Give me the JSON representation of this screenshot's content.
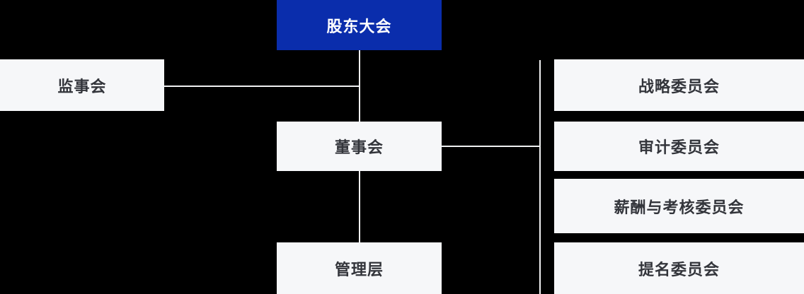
{
  "org_chart": {
    "nodes": {
      "shareholders_meeting": {
        "label": "股东大会",
        "emphasis": "primary"
      },
      "supervisory_board": {
        "label": "监事会"
      },
      "board_of_directors": {
        "label": "董事会"
      },
      "management": {
        "label": "管理层"
      },
      "strategy_committee": {
        "label": "战略委员会"
      },
      "audit_committee": {
        "label": "审计委员会"
      },
      "remuneration_committee": {
        "label": "薪酬与考核委员会"
      },
      "nomination_committee": {
        "label": "提名委员会"
      }
    },
    "edges": [
      {
        "from": "shareholders_meeting",
        "to": "board_of_directors"
      },
      {
        "from": "board_of_directors",
        "to": "management"
      },
      {
        "from": "supervisory_board",
        "to": "shareholders_board_trunk"
      },
      {
        "from": "board_of_directors",
        "to": "strategy_committee"
      },
      {
        "from": "board_of_directors",
        "to": "audit_committee"
      },
      {
        "from": "board_of_directors",
        "to": "remuneration_committee"
      },
      {
        "from": "board_of_directors",
        "to": "nomination_committee"
      }
    ],
    "colors": {
      "background": "#000000",
      "primary_node_bg": "#0a2dac",
      "primary_node_text": "#ffffff",
      "node_bg": "#f6f7f9",
      "node_text": "#33353b",
      "connector": "#f0f1f2"
    }
  }
}
